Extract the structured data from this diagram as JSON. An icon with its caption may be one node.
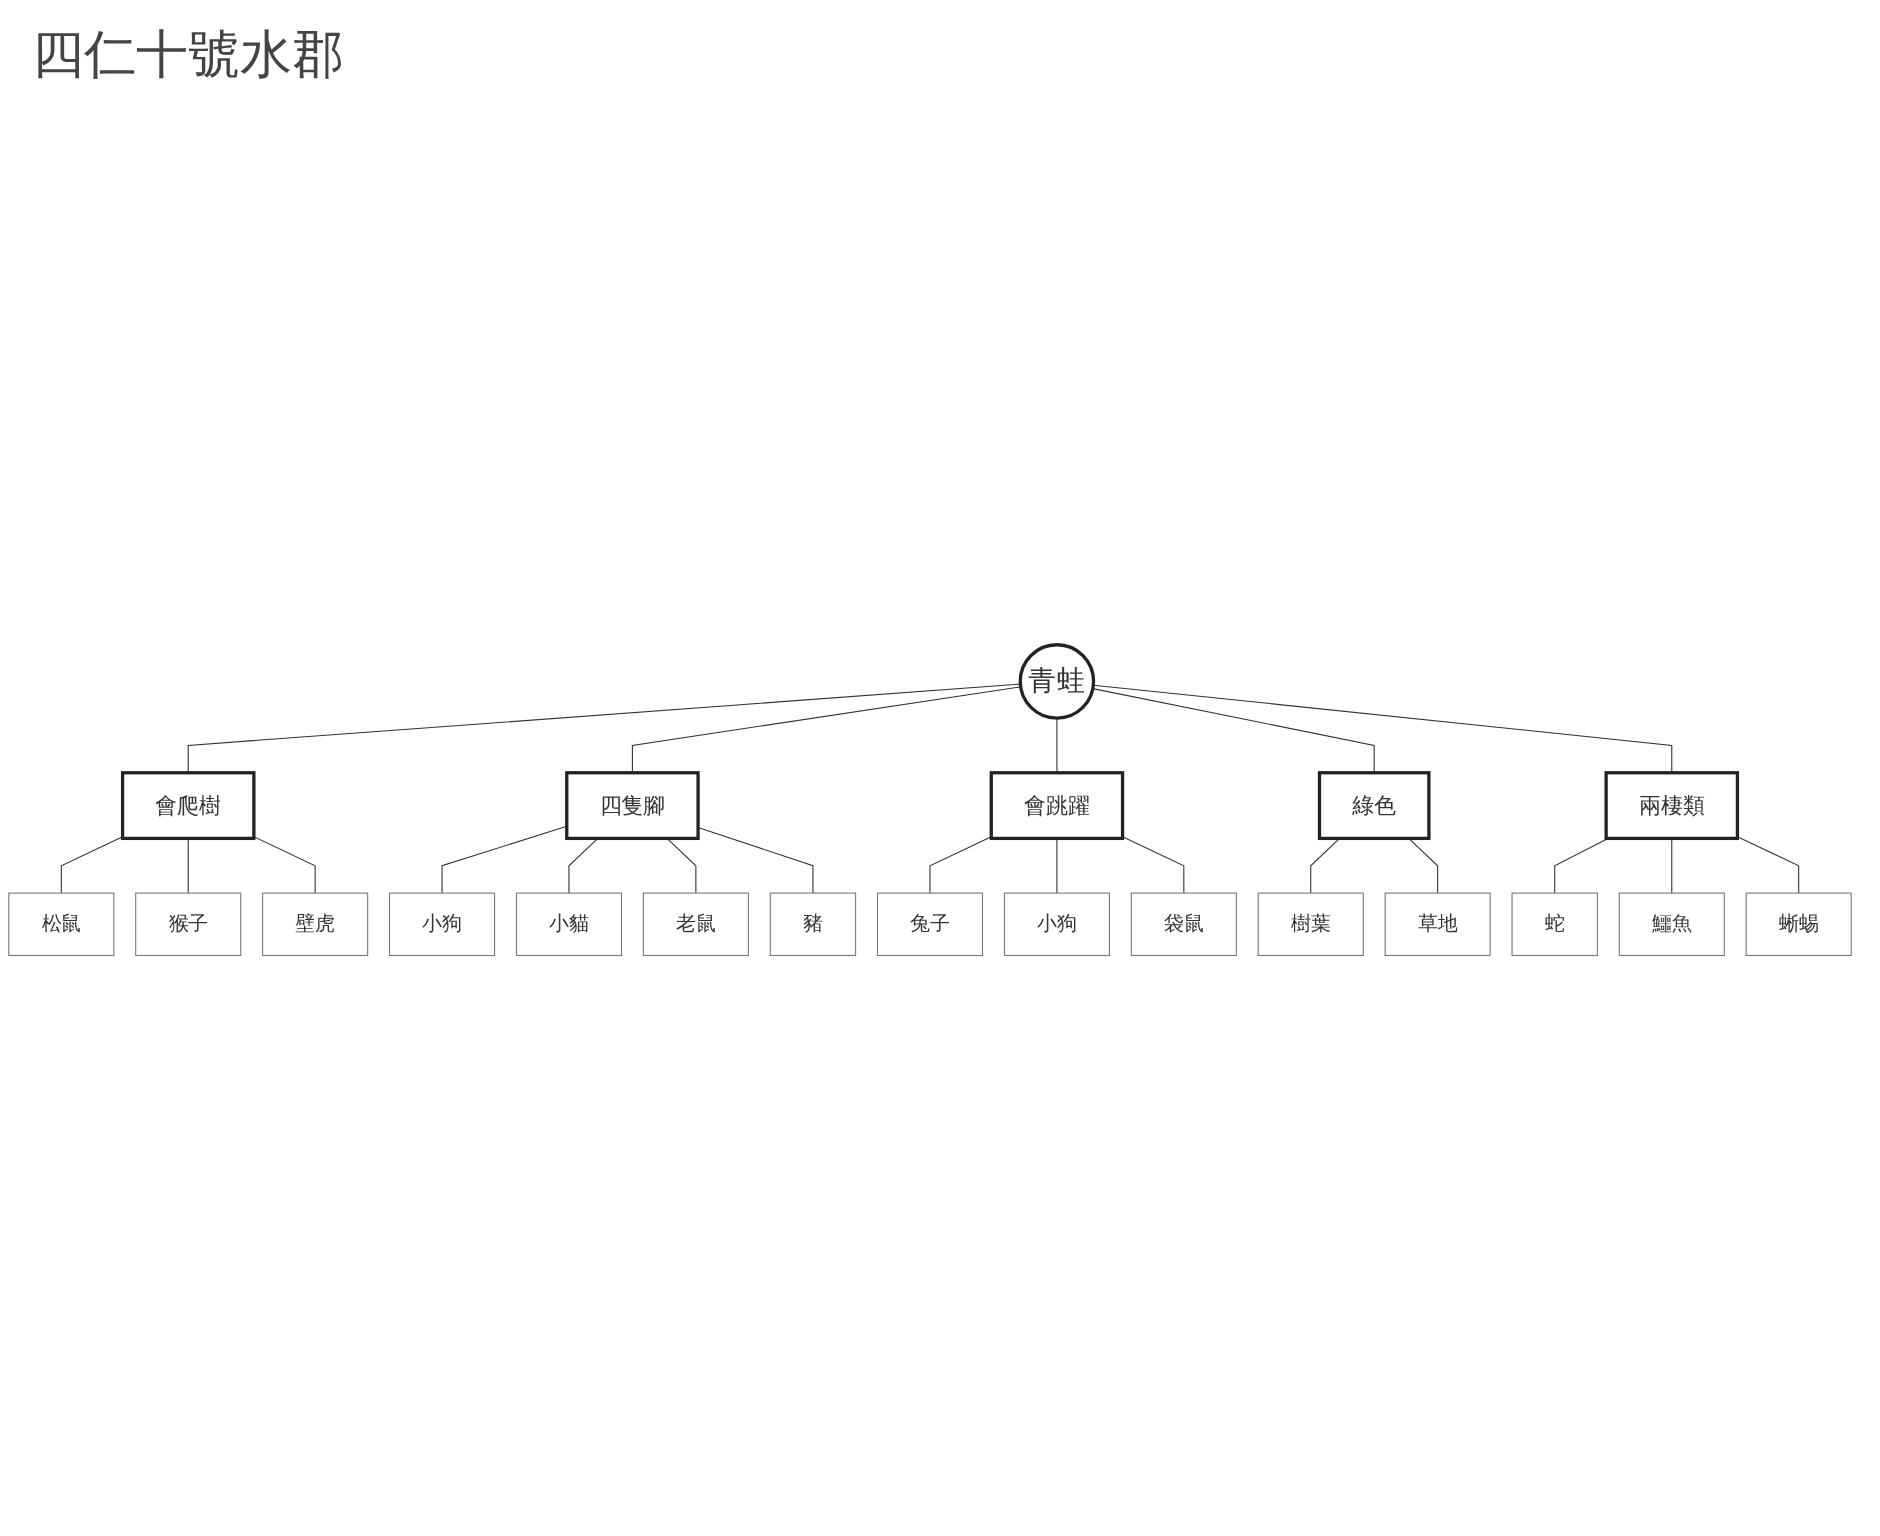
{
  "diagram": {
    "title": "四仁十號水郡",
    "nodes": [
      {
        "text": [
          "青蛙"
        ]
      },
      {
        "text": [
          "會爬樹"
        ]
      },
      {
        "text": [
          "松鼠"
        ]
      },
      {
        "text": [
          "猴子"
        ]
      },
      {
        "text": [
          "壁虎"
        ]
      },
      {
        "text": [
          "四隻腳"
        ]
      },
      {
        "text": [
          "小狗"
        ]
      },
      {
        "text": [
          "小貓"
        ]
      },
      {
        "text": [
          "老鼠"
        ]
      },
      {
        "text": [
          "豬"
        ]
      },
      {
        "text": [
          "會跳躍"
        ]
      },
      {
        "text": [
          "兔子"
        ]
      },
      {
        "text": [
          "小狗"
        ]
      },
      {
        "text": [
          "袋鼠"
        ]
      },
      {
        "text": [
          "綠色"
        ]
      },
      {
        "text": [
          "樹葉"
        ]
      },
      {
        "text": [
          "草地"
        ]
      },
      {
        "text": [
          "兩棲類"
        ]
      },
      {
        "text": [
          "蛇"
        ]
      },
      {
        "text": [
          "鱷魚"
        ]
      },
      {
        "text": [
          "蜥蜴"
        ]
      }
    ],
    "edges": [
      {
        "from": 0,
        "to": 1,
        "arrow": "none"
      },
      {
        "from": 1,
        "to": 2,
        "arrow": "none"
      },
      {
        "from": 1,
        "to": 3,
        "arrow": "none"
      },
      {
        "from": 1,
        "to": 4,
        "arrow": "none"
      },
      {
        "from": 0,
        "to": 5,
        "arrow": "none"
      },
      {
        "from": 5,
        "to": 6,
        "arrow": "none"
      },
      {
        "from": 5,
        "to": 7,
        "arrow": "none"
      },
      {
        "from": 5,
        "to": 8,
        "arrow": "none"
      },
      {
        "from": 5,
        "to": 9,
        "arrow": "none"
      },
      {
        "from": 0,
        "to": 10,
        "arrow": "none"
      },
      {
        "from": 10,
        "to": 11,
        "arrow": "none"
      },
      {
        "from": 10,
        "to": 12,
        "arrow": "none"
      },
      {
        "from": 10,
        "to": 13,
        "arrow": "none"
      },
      {
        "from": 0,
        "to": 14,
        "arrow": "none"
      },
      {
        "from": 14,
        "to": 15,
        "arrow": "none"
      },
      {
        "from": 14,
        "to": 16,
        "arrow": "none"
      },
      {
        "from": 0,
        "to": 17,
        "arrow": "none"
      },
      {
        "from": 17,
        "to": 18,
        "arrow": "none"
      },
      {
        "from": 17,
        "to": 19,
        "arrow": "none"
      },
      {
        "from": 17,
        "to": 20,
        "arrow": "none"
      }
    ]
  }
}
